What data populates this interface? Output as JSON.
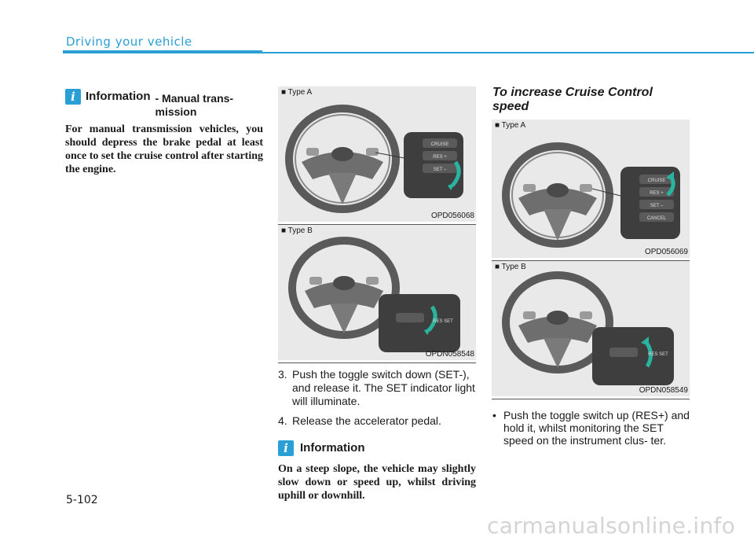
{
  "header": {
    "section_title": "Driving your vehicle",
    "accent_color": "#2a9fd6"
  },
  "info_box_1": {
    "icon": "info-icon",
    "icon_letter": "i",
    "title": "Information",
    "subtitle": "- Manual trans- mission",
    "text": "For manual transmission vehicles, you should depress the brake pedal at least once to set the cruise control after starting the engine."
  },
  "figures": {
    "col2_type_a": {
      "label": "■ Type A",
      "code": "OPD056068"
    },
    "col2_type_b": {
      "label": "■ Type B",
      "code": "OPDN058548"
    },
    "col3_type_a": {
      "label": "■ Type A",
      "code": "OPD056069"
    },
    "col3_type_b": {
      "label": "■ Type B",
      "code": "OPDN058549"
    },
    "button_labels": {
      "cruise": "CRUISE",
      "res": "RES +",
      "set": "SET –",
      "cancel": "CANCEL",
      "res_set": "RES SET"
    }
  },
  "steps": [
    {
      "num": "3.",
      "text": "Push the toggle switch down (SET-), and release it. The SET indicator light will illuminate."
    },
    {
      "num": "4.",
      "text": "Release the accelerator pedal."
    }
  ],
  "info_box_2": {
    "icon": "info-icon",
    "icon_letter": "i",
    "title": "Information",
    "text": "On a steep slope, the vehicle may slightly slow down or speed up, whilst driving uphill or downhill."
  },
  "section_heading": "To increase Cruise Control speed",
  "bullets": [
    {
      "dot": "•",
      "text": "Push the toggle switch up (RES+) and hold it, whilst monitoring the SET speed on the instrument clus- ter."
    }
  ],
  "footer": {
    "page_number": "5-102",
    "watermark": "carmanualsonline.info"
  }
}
